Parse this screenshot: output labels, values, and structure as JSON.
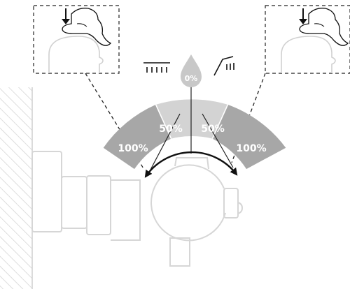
{
  "labels": {
    "center": "0%",
    "left_inner": "50%",
    "right_inner": "50%",
    "left_outer": "100%",
    "right_outer": "100%"
  },
  "icons": {
    "left_outlet": "overhead-shower-icon",
    "center": "water-drop-icon",
    "right_outlet": "hand-shower-icon",
    "left_inset": "press-button-hand-icon",
    "right_inset": "press-button-hand-icon"
  },
  "colors": {
    "outer_band": "#a7a7a7",
    "inner_band": "#d3d3d3",
    "drop": "#c8c8c8",
    "line_art": "#d8d8d8",
    "ink": "#111111"
  }
}
